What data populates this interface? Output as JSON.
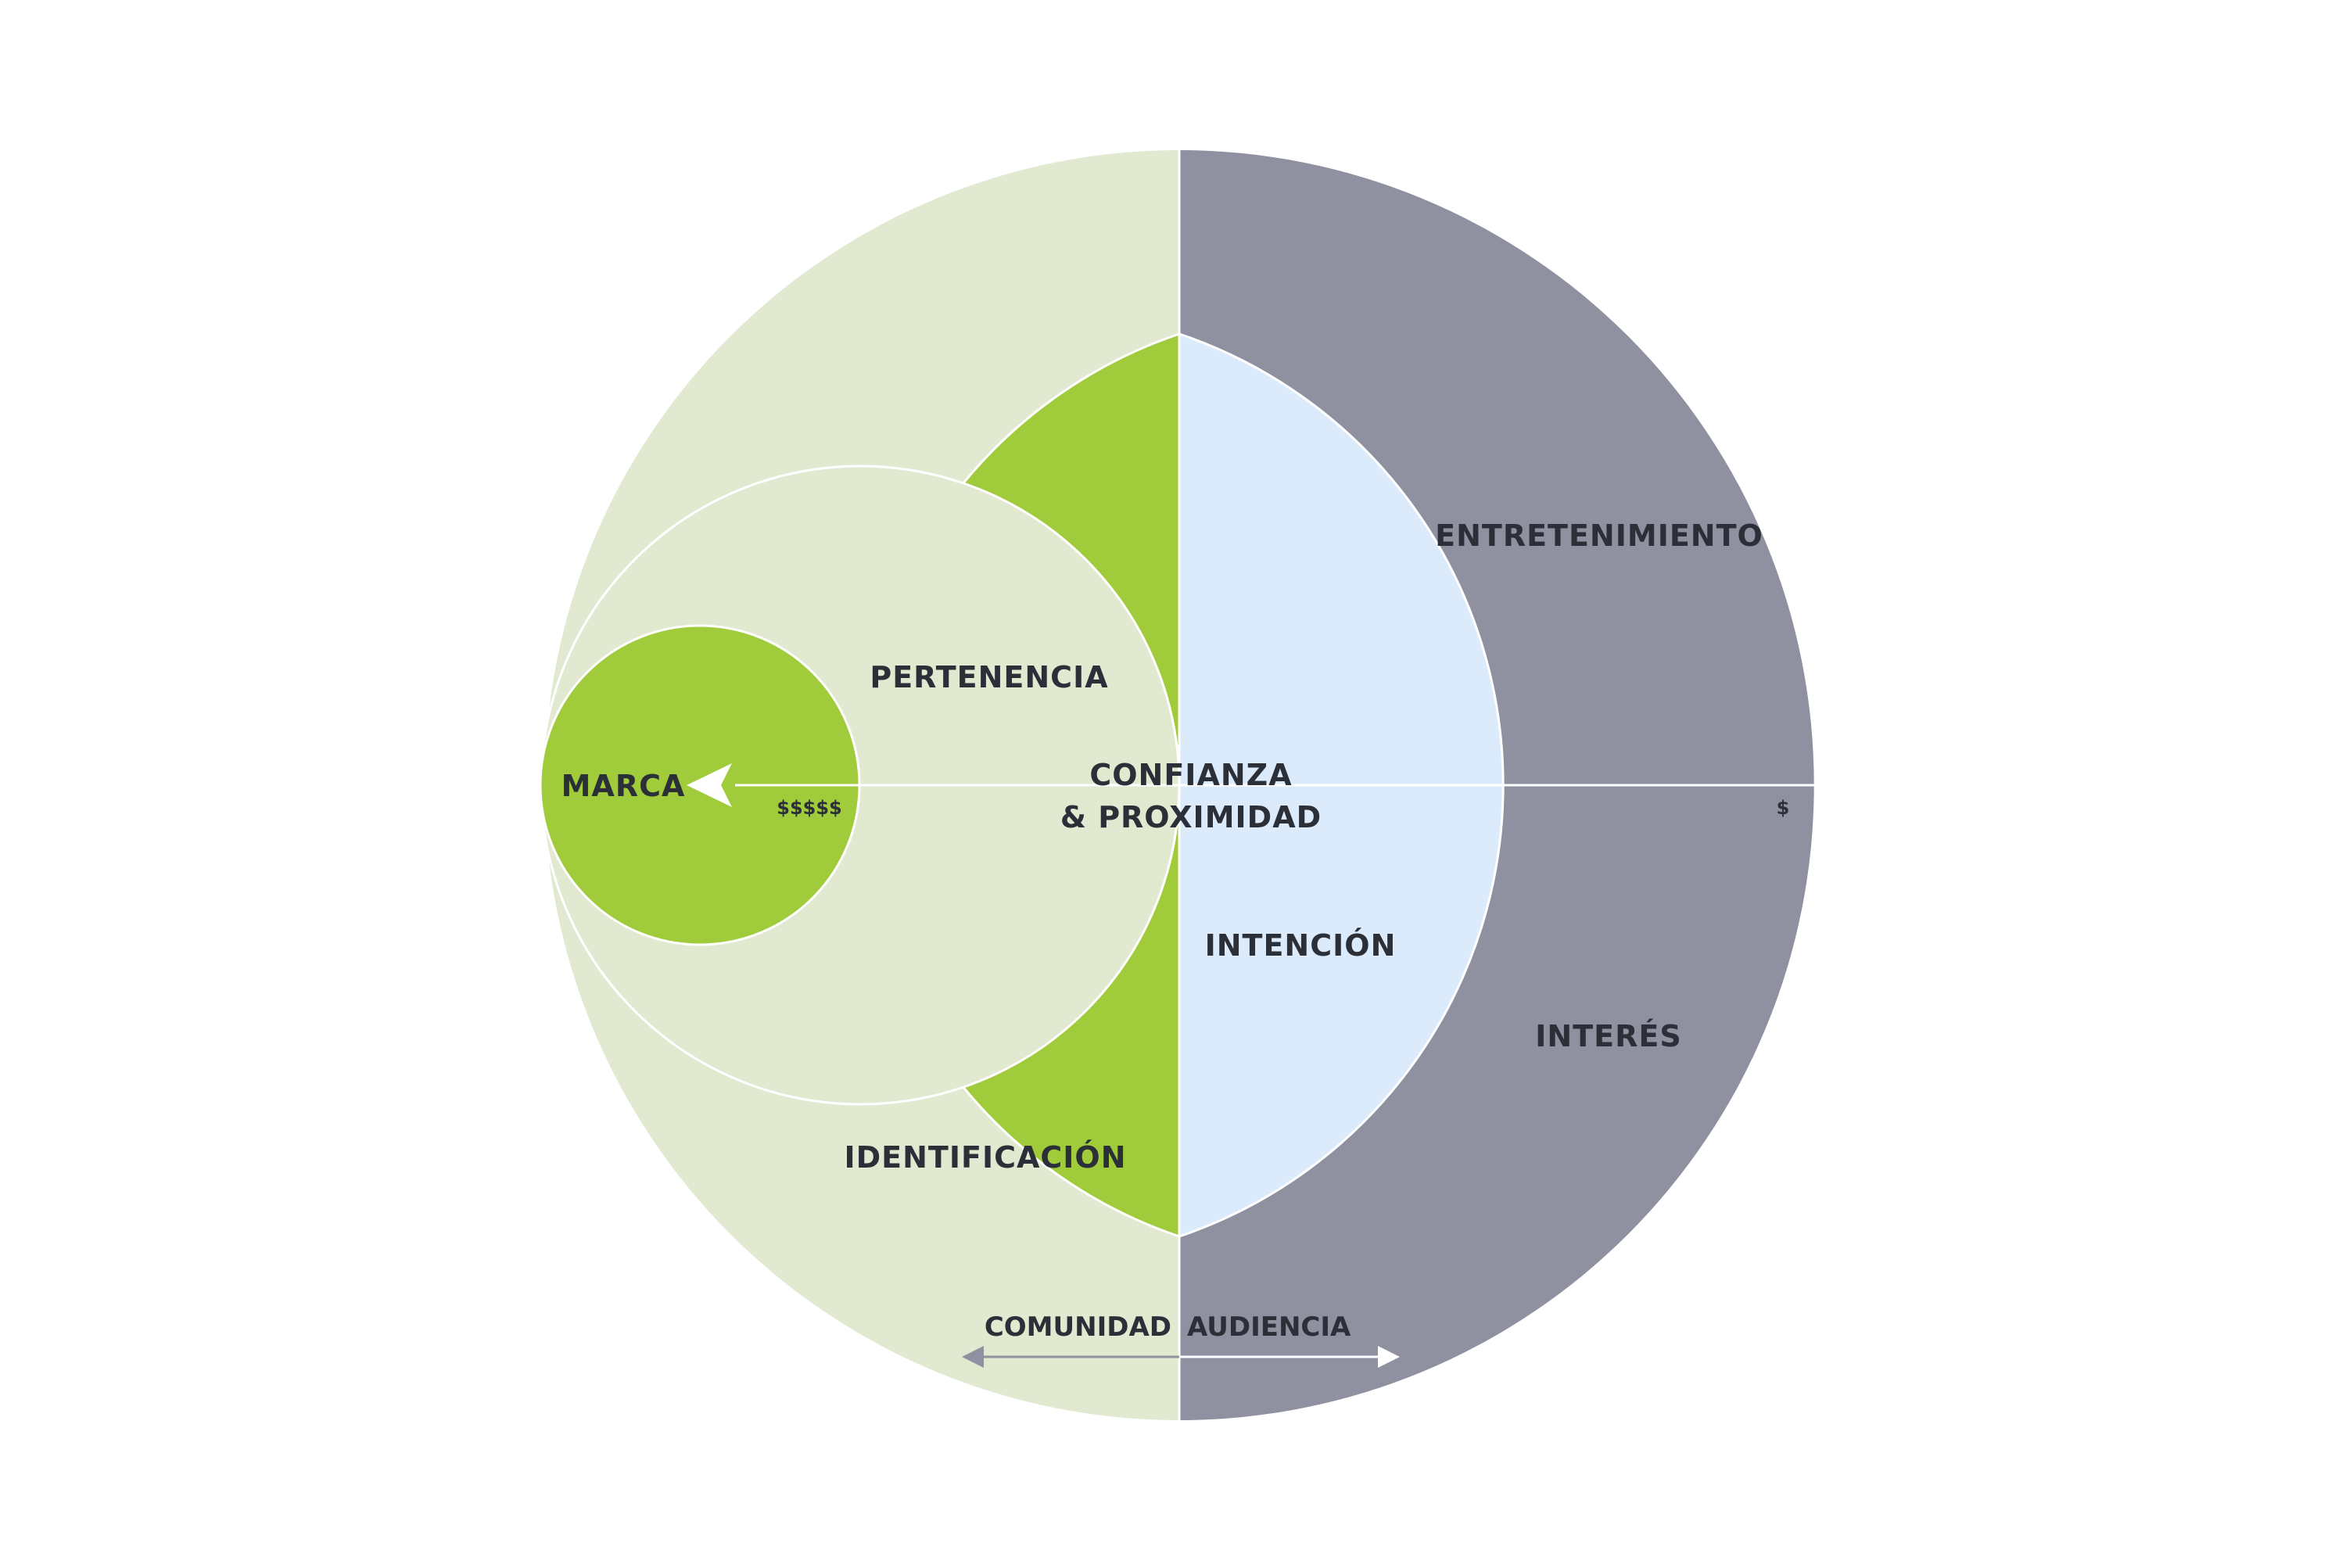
{
  "colors": {
    "community_outer": "#e1e9d1",
    "community_green": "#a0cb3b",
    "audience_outer": "#8f90a0",
    "audience_inner": "#dcebfb",
    "divider": "#ffffff",
    "text": "#2b2f38"
  },
  "labels": {
    "entretenimiento": "ENTRETENIMIENTO",
    "pertenencia": "PERTENENCIA",
    "marca": "MARCA",
    "confianza_line1": "CONFIANZA",
    "confianza_line2": "& PROXIMIDAD",
    "intencion": "INTENCIÓN",
    "interes": "INTERÉS",
    "identificacion": "IDENTIFICACIÓN",
    "comunidad": "COMUNIDAD",
    "audiencia": "AUDIENCIA",
    "money_high": "$$$$$",
    "money_low": "$"
  }
}
